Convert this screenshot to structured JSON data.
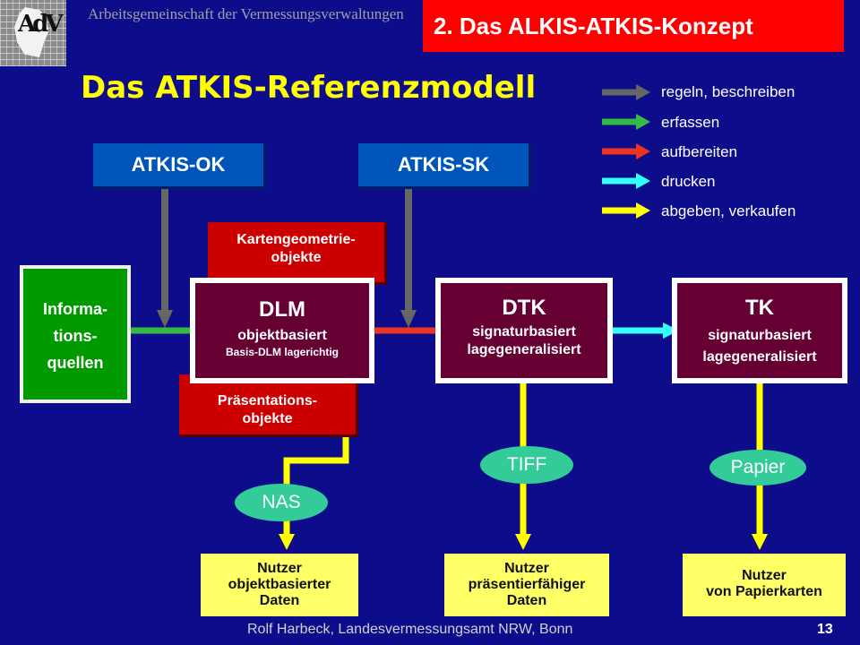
{
  "header": {
    "org_text": "Arbeitsgemeinschaft der Vermessungsverwaltungen",
    "section_title": "2.  Das ALKIS-ATKIS-Konzept",
    "logo_letters": "AdV"
  },
  "title": "Das ATKIS-Referenzmodell",
  "legend": [
    {
      "label": "regeln, beschreiben",
      "color": "#666666"
    },
    {
      "label": "erfassen",
      "color": "#33bb44"
    },
    {
      "label": "aufbereiten",
      "color": "#ee3322"
    },
    {
      "label": "drucken",
      "color": "#33ffff"
    },
    {
      "label": "abgeben, verkaufen",
      "color": "#ffff00"
    }
  ],
  "boxes": {
    "atkis_ok": "ATKIS-OK",
    "atkis_sk": "ATKIS-SK",
    "kartengeometrie": "Kartengeometrie-\nobjekte",
    "praesentation": "Präsentations-\nobjekte",
    "informationsquellen": "Informa-\ntions-\nquellen",
    "dlm": {
      "title": "DLM",
      "line1": "objektbasiert",
      "line2": "Basis-DLM lagerichtig"
    },
    "dtk": {
      "title": "DTK",
      "line1": "signaturbasiert",
      "line2": "lagegeneralisiert"
    },
    "tk": {
      "title": "TK",
      "line1": "signaturbasiert",
      "line2": "lagegeneralisiert"
    }
  },
  "formats": {
    "nas": "NAS",
    "tiff": "TIFF",
    "papier": "Papier"
  },
  "users": {
    "u1": "Nutzer\nobjektbasierter\nDaten",
    "u2": "Nutzer\npräsentierfähiger\nDaten",
    "u3": "Nutzer\nvon Papierkarten"
  },
  "footer": {
    "author": "Rolf Harbeck, Landesvermessungsamt NRW, Bonn",
    "page": "13"
  }
}
